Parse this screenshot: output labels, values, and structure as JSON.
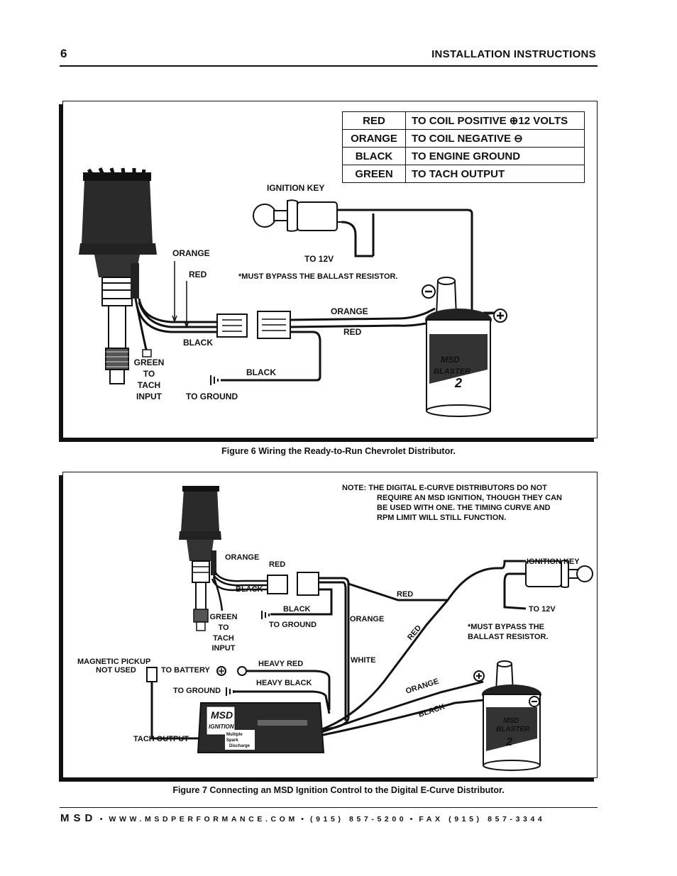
{
  "header": {
    "page_number": "6",
    "title": "INSTALLATION INSTRUCTIONS"
  },
  "figure6": {
    "legend": [
      {
        "color": "RED",
        "desc": "TO COIL POSITIVE ⊕12 VOLTS"
      },
      {
        "color": "ORANGE",
        "desc": "TO COIL NEGATIVE ⊖"
      },
      {
        "color": "BLACK",
        "desc": "TO ENGINE GROUND"
      },
      {
        "color": "GREEN",
        "desc": "TO TACH OUTPUT"
      }
    ],
    "labels": {
      "ignition_key": "IGNITION KEY",
      "to_12v": "TO 12V",
      "orange_left": "ORANGE",
      "red_left": "RED",
      "bypass": "*MUST BYPASS THE BALLAST RESISTOR.",
      "orange_right": "ORANGE",
      "red_right": "RED",
      "black_left": "BLACK",
      "green_to_tach_1": "GREEN",
      "green_to_tach_2": "TO",
      "green_to_tach_3": "TACH",
      "green_to_tach_4": "INPUT",
      "black_ground": "BLACK",
      "to_ground": "TO GROUND",
      "coil_brand": "MSD",
      "coil_name": "BLASTER",
      "coil_num": "2"
    },
    "caption": "Figure 6  Wiring the Ready-to-Run Chevrolet Distributor."
  },
  "figure7": {
    "note_lines": [
      "NOTE:  THE  DIGITAL  E-CURVE  DISTRIBUTORS  DO  NOT",
      "REQUIRE AN MSD IGNITION, THOUGH THEY CAN",
      "BE  USED  WITH  ONE.  THE  TIMING  CURVE  AND",
      "RPM LIMIT WILL STILL FUNCTION."
    ],
    "labels": {
      "orange": "ORANGE",
      "red": "RED",
      "black": "BLACK",
      "green_1": "GREEN",
      "green_2": "TO",
      "green_3": "TACH",
      "green_4": "INPUT",
      "black_ground": "BLACK",
      "to_ground_top": "TO GROUND",
      "red_right": "RED",
      "orange_mid": "ORANGE",
      "red_diag": "RED",
      "white": "WHITE",
      "ignition_key": "IGNITION KEY",
      "to_12v": "TO 12V",
      "bypass_1": "*MUST BYPASS THE",
      "bypass_2": "BALLAST RESISTOR.",
      "magnetic_1": "MAGNETIC PICKUP",
      "magnetic_2": "NOT USED",
      "to_battery": "TO BATTERY",
      "heavy_red": "HEAVY RED",
      "to_ground": "TO GROUND",
      "heavy_black": "HEAVY BLACK",
      "tach_output": "TACH OUTPUT",
      "orange_coil": "ORANGE",
      "black_coil": "BLACK",
      "box_brand": "MSD",
      "box_sub": "IGNITION",
      "box_multi": "Multiple",
      "box_spark": "Spark",
      "box_discharge": "Discharge",
      "coil_brand": "MSD",
      "coil_name": "BLASTER",
      "coil_num": "2"
    },
    "caption": "Figure 7 Connecting an MSD Ignition Control to the Digital E-Curve Distributor."
  },
  "footer": {
    "brand": "MSD",
    "sep1": "•",
    "website": "WWW.MSDPERFORMANCE.COM",
    "sep2": "•",
    "phone": "(915) 857-5200",
    "sep3": "•",
    "fax": "FAX (915) 857-3344"
  }
}
